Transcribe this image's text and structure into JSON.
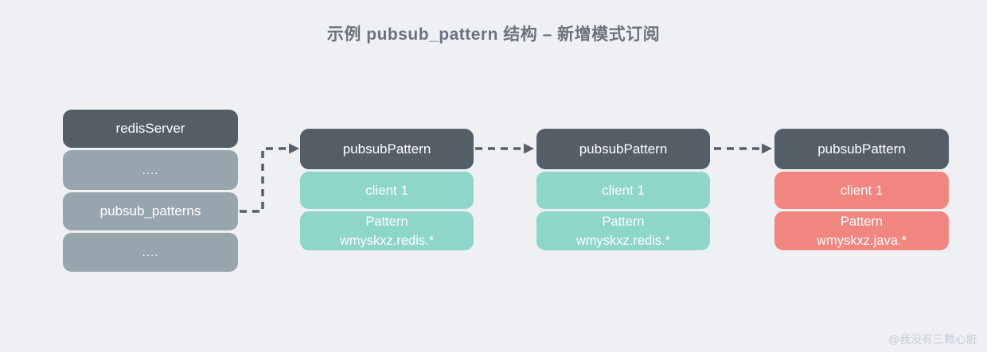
{
  "title": "示例 pubsub_pattern 结构 – 新增模式订阅",
  "watermark": "@我没有三颗心脏",
  "colors": {
    "bg": "#eef0f4",
    "dark": "#545e67",
    "gray": "#96a5ae",
    "teal": "#8ed6c8",
    "red": "#f0867f",
    "title": "#6c737d",
    "watermark": "#c9cdd6",
    "arrow": "#575f69"
  },
  "server_stack": {
    "items": [
      {
        "label": "redisServer"
      },
      {
        "label": "...."
      },
      {
        "label": "pubsub_patterns"
      },
      {
        "label": "...."
      }
    ]
  },
  "pattern_nodes": [
    {
      "header": "pubsubPattern",
      "client": "client 1",
      "pattern_title": "Pattern",
      "pattern_value": "wmyskxz.redis.*"
    },
    {
      "header": "pubsubPattern",
      "client": "client 1",
      "pattern_title": "Pattern",
      "pattern_value": "wmyskxz.redis.*"
    },
    {
      "header": "pubsubPattern",
      "client": "client 1",
      "pattern_title": "Pattern",
      "pattern_value": "wmyskxz.java.*"
    }
  ]
}
